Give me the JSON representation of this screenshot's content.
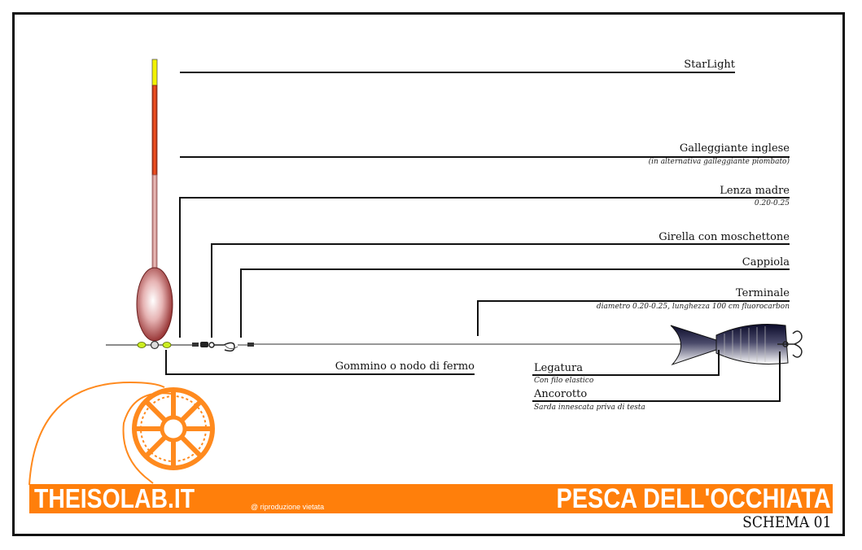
{
  "labels": {
    "starlight": "StarLight",
    "galleggiante": "Galleggiante inglese",
    "galleggiante_sub": "(in alternativa galleggiante piombato)",
    "lenza": "Lenza madre",
    "lenza_sub": "0.20-0.25",
    "girella": "Girella con moschettone",
    "cappiola": "Cappiola",
    "terminale": "Terminale",
    "terminale_sub": "diametro 0.20-0.25, lunghezza 100 cm fluorocarbon",
    "gommino": "Gommino o nodo di fermo",
    "legatura": "Legatura",
    "legatura_sub": "Con filo elastico",
    "ancorotto": "Ancorotto",
    "ancorotto_sub": "Sarda innescata priva di testa"
  },
  "footer": {
    "brand": "THEISOLAB.IT",
    "copyright": "@ riproduzione vietata",
    "title": "PESCA DELL'OCCHIATA",
    "schema": "SCHEMA 01"
  },
  "colors": {
    "accent": "#ff7f0b",
    "line": "#111111",
    "starlight": "#f2f200",
    "float_upper": "#d92a00",
    "float_lower": "#d99a96",
    "bead": "#ccee22"
  },
  "icons": [
    "float-icon",
    "swivel-icon",
    "sardine-bait-icon",
    "treble-hook-icon",
    "logo-icon"
  ]
}
